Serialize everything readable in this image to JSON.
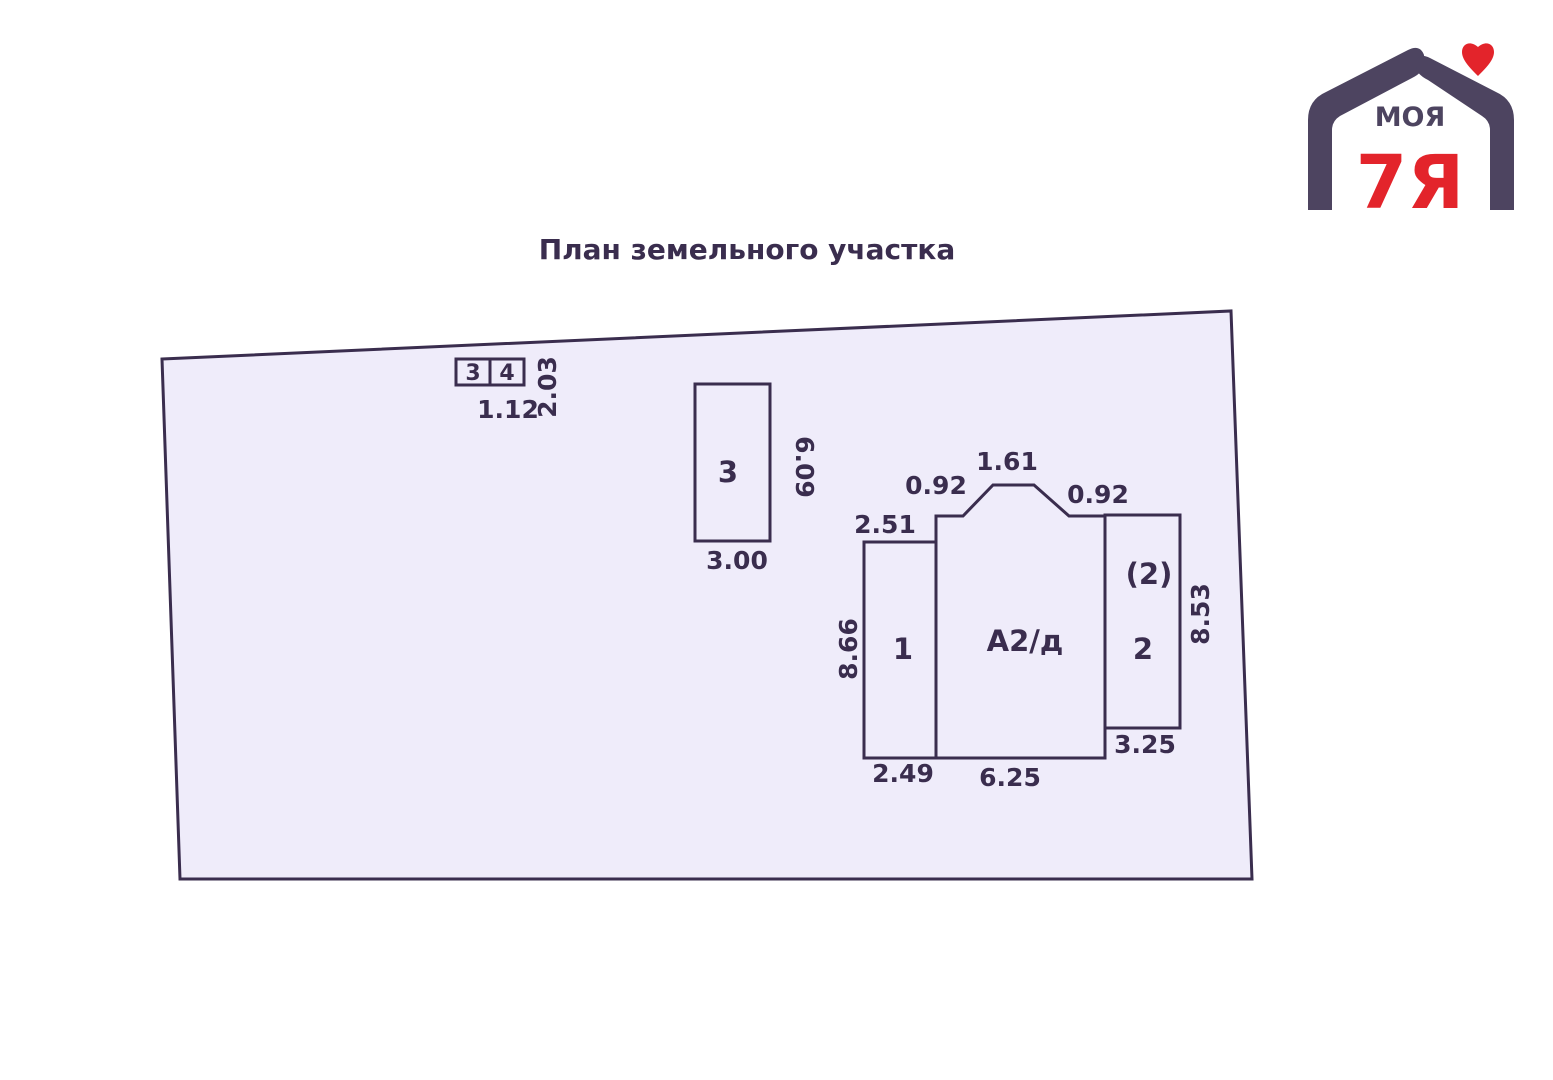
{
  "title": "План земельного участка",
  "logo": {
    "word": "МОЯ",
    "mark": "7Я",
    "colors": {
      "frame": "#4d4460",
      "accent": "#e3242b"
    }
  },
  "colors": {
    "ink": "#3a2d4e",
    "parcel_fill": "#efecfa"
  },
  "buildings": {
    "small_34": {
      "cell_a": "3",
      "cell_b": "4",
      "width": "1.12",
      "height": "2.03"
    },
    "b3": {
      "label": "3",
      "height": "6.09",
      "width": "3.00"
    },
    "b1": {
      "label": "1",
      "top": "2.51",
      "side": "8.66",
      "bottom": "2.49"
    },
    "a2": {
      "label": "А2/д",
      "top_left": "0.92",
      "top": "1.61",
      "top_right": "0.92",
      "bottom": "6.25"
    },
    "b2": {
      "label": "2",
      "sub_label": "(2)",
      "side": "8.53",
      "bottom": "3.25"
    }
  }
}
